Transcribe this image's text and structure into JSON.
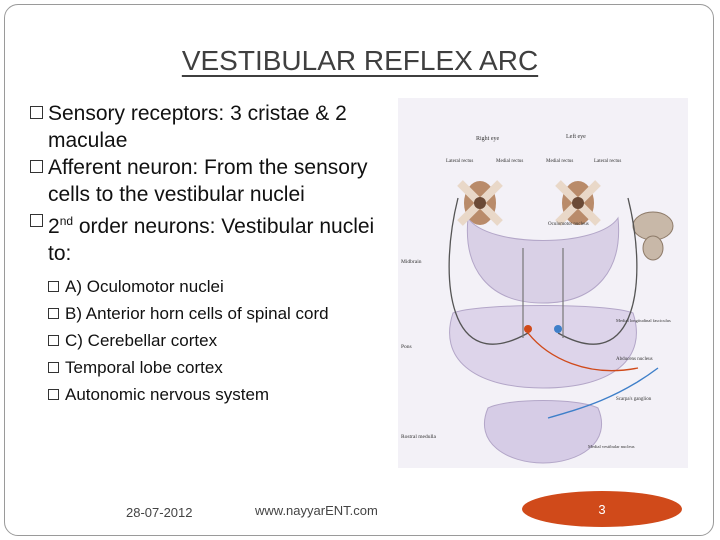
{
  "slide": {
    "title": "VESTIBULAR REFLEX ARC",
    "bullets": [
      {
        "text": "Sensory receptors: 3 cristae & 2 maculae"
      },
      {
        "text": "Afferent neuron: From the sensory cells to the vestibular nuclei"
      },
      {
        "pre": "2",
        "sup": "nd",
        "post": " order neurons: Vestibular nuclei to:"
      }
    ],
    "sub_bullets": [
      "A) Oculomotor nuclei",
      "B) Anterior horn cells of spinal cord",
      "C) Cerebellar cortex",
      "Temporal lobe cortex",
      "Autonomic nervous system"
    ],
    "footer": {
      "date": "28-07-2012",
      "url": "www.nayyarENT.com",
      "page": "3"
    }
  },
  "figure_labels": {
    "right_eye": "Right eye",
    "left_eye": "Left eye",
    "lateral_rectus_left": "Lateral rectus",
    "medial_rectus_left": "Medial rectus",
    "medial_rectus_right": "Medial rectus",
    "lateral_rectus_right": "Lateral rectus",
    "oculomotor": "Oculomotor nucleus",
    "midbrain": "Midbrain",
    "pons": "Pons",
    "mlf": "Medial longitudinal fasciculus",
    "abducens": "Abducens nucleus",
    "scarpa": "Scarpa's ganglion",
    "rostral_medulla": "Rostral medulla",
    "mvn": "Medial vestibular nucleus"
  },
  "colors": {
    "accent": "#d04a1a",
    "title": "#3f3f3f"
  }
}
